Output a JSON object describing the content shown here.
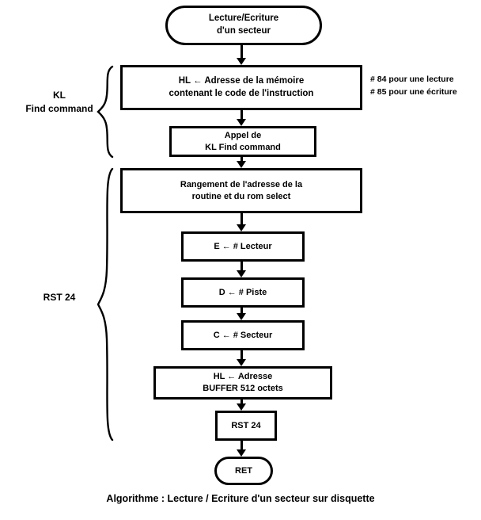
{
  "diagram": {
    "caption": "Algorithme : Lecture / Ecriture d'un secteur sur disquette",
    "nodes": {
      "start": {
        "label": "Lecture/Ecriture\nd'un secteur",
        "shape": "terminator"
      },
      "hl_addr": {
        "label": "HL ← Adresse de la mémoire\ncontenant le code de l'instruction",
        "shape": "process"
      },
      "appel": {
        "label": "Appel de\nKL Find command",
        "shape": "process"
      },
      "rangement": {
        "label": "Rangement de l'adresse de la\nroutine et du rom select",
        "shape": "process"
      },
      "reg_e": {
        "label": "E ← # Lecteur",
        "shape": "process"
      },
      "reg_d": {
        "label": "D ← # Piste",
        "shape": "process"
      },
      "reg_c": {
        "label": "C ← # Secteur",
        "shape": "process"
      },
      "buffer": {
        "label": "HL ← Adresse\nBUFFER 512 octets",
        "shape": "process"
      },
      "rst24": {
        "label": "RST 24",
        "shape": "process"
      },
      "ret": {
        "label": "RET",
        "shape": "terminator"
      }
    },
    "group_labels": {
      "kl_find": "KL\nFind command",
      "rst24": "RST 24"
    },
    "annotations": {
      "codes": "# 84 pour une lecture\n# 85 pour une écriture"
    },
    "colors": {
      "stroke": "#000000",
      "fill": "#ffffff",
      "text": "#000000"
    }
  }
}
